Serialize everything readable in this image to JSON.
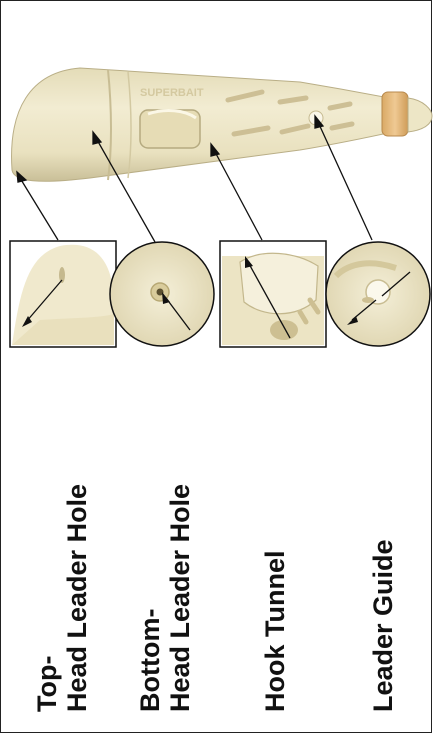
{
  "product_stamp": "SUPERBAIT",
  "labels": {
    "top": [
      "Top-",
      "Head Leader Hole"
    ],
    "bottom": [
      "Bottom-",
      "Head Leader Hole"
    ],
    "hook": [
      "Hook Tunnel"
    ],
    "guide": [
      "Leader Guide"
    ]
  },
  "colors": {
    "bait_body": "#ede6c6",
    "bait_shadow": "#cfc59e",
    "band": "#e2b97a",
    "line": "#111111"
  }
}
